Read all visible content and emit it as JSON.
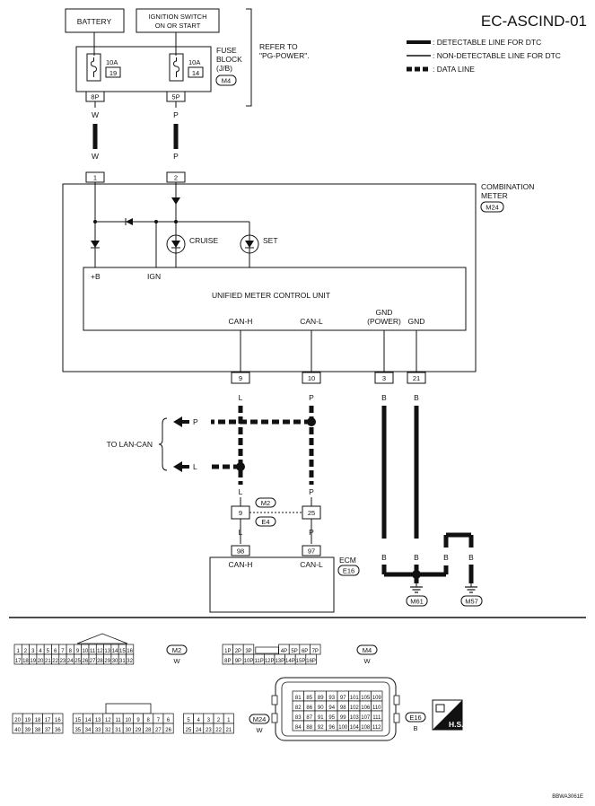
{
  "title": "EC-ASCIND-01",
  "legend": {
    "detectable": ": DETECTABLE LINE FOR DTC",
    "non_detectable": ": NON-DETECTABLE LINE FOR DTC",
    "data_line": ": DATA LINE"
  },
  "power": {
    "battery": "BATTERY",
    "ign_switch_1": "IGNITION SWITCH",
    "ign_switch_2": "ON OR START",
    "fuse1_amp": "10A",
    "fuse1_num": "19",
    "fuse2_amp": "10A",
    "fuse2_num": "14",
    "fuse_block_1": "FUSE",
    "fuse_block_2": "BLOCK",
    "fuse_block_3": "(J/B)",
    "fuse_conn": "M4",
    "refer_1": "REFER TO",
    "refer_2": "\"PG-POWER\".",
    "pin1": "8P",
    "pin2": "5P"
  },
  "wires": {
    "w": "W",
    "p": "P",
    "l": "L",
    "b": "B"
  },
  "meter": {
    "label_1": "COMBINATION",
    "label_2": "METER",
    "conn": "M24",
    "pin_1": "1",
    "pin_2": "2",
    "cruise": "CRUISE",
    "set": "SET",
    "plus_b": "+B",
    "ign": "IGN",
    "unit": "UNIFIED METER CONTROL UNIT",
    "can_h": "CAN-H",
    "can_l": "CAN-L",
    "gnd_power_1": "GND",
    "gnd_power_2": "(POWER)",
    "gnd": "GND",
    "pin_9": "9",
    "pin_10": "10",
    "pin_3": "3",
    "pin_21": "21"
  },
  "lan": {
    "label": "TO LAN-CAN",
    "p": "P",
    "l": "L"
  },
  "joint": {
    "m2": "M2",
    "e4": "E4",
    "pin_9": "9",
    "pin_25": "25"
  },
  "ecm": {
    "label": "ECM",
    "conn": "E16",
    "can_h": "CAN-H",
    "can_l": "CAN-L",
    "pin_98": "98",
    "pin_97": "97"
  },
  "grounds": {
    "m61": "M61",
    "m57": "M57"
  },
  "connectors": {
    "m2": {
      "name": "M2",
      "color": "W",
      "top": [
        "1",
        "2",
        "3",
        "4",
        "5",
        "6",
        "7",
        "8",
        "9",
        "10",
        "11",
        "12",
        "13",
        "14",
        "15",
        "16"
      ],
      "bottom": [
        "17",
        "18",
        "19",
        "20",
        "21",
        "22",
        "23",
        "24",
        "25",
        "26",
        "27",
        "28",
        "29",
        "30",
        "31",
        "32"
      ]
    },
    "m4": {
      "name": "M4",
      "color": "W",
      "top": [
        "1P",
        "2P",
        "3P",
        "",
        "4P",
        "5P",
        "6P",
        "7P"
      ],
      "bottom": [
        "8P",
        "9P",
        "10P",
        "11P",
        "12P",
        "13P",
        "14P",
        "15P",
        "16P"
      ]
    },
    "m24": {
      "name": "M24",
      "color": "W",
      "top": [
        "20",
        "19",
        "18",
        "17",
        "16",
        "",
        "15",
        "14",
        "13",
        "12",
        "11",
        "10",
        "9",
        "8",
        "7",
        "6",
        "",
        "5",
        "4",
        "3",
        "2",
        "1"
      ],
      "bottom": [
        "40",
        "39",
        "38",
        "37",
        "36",
        "",
        "35",
        "34",
        "33",
        "32",
        "31",
        "30",
        "29",
        "28",
        "27",
        "26",
        "",
        "25",
        "24",
        "23",
        "22",
        "21"
      ]
    },
    "e16": {
      "name": "E16",
      "color": "B",
      "rows": [
        [
          "81",
          "85",
          "89",
          "93",
          "97",
          "101",
          "105",
          "109"
        ],
        [
          "82",
          "86",
          "90",
          "94",
          "98",
          "102",
          "106",
          "110"
        ],
        [
          "83",
          "87",
          "91",
          "95",
          "99",
          "103",
          "107",
          "111"
        ],
        [
          "84",
          "88",
          "92",
          "96",
          "100",
          "104",
          "108",
          "112"
        ]
      ]
    }
  },
  "hs_label": "H.S.",
  "footer_code": "BBWA3061E"
}
